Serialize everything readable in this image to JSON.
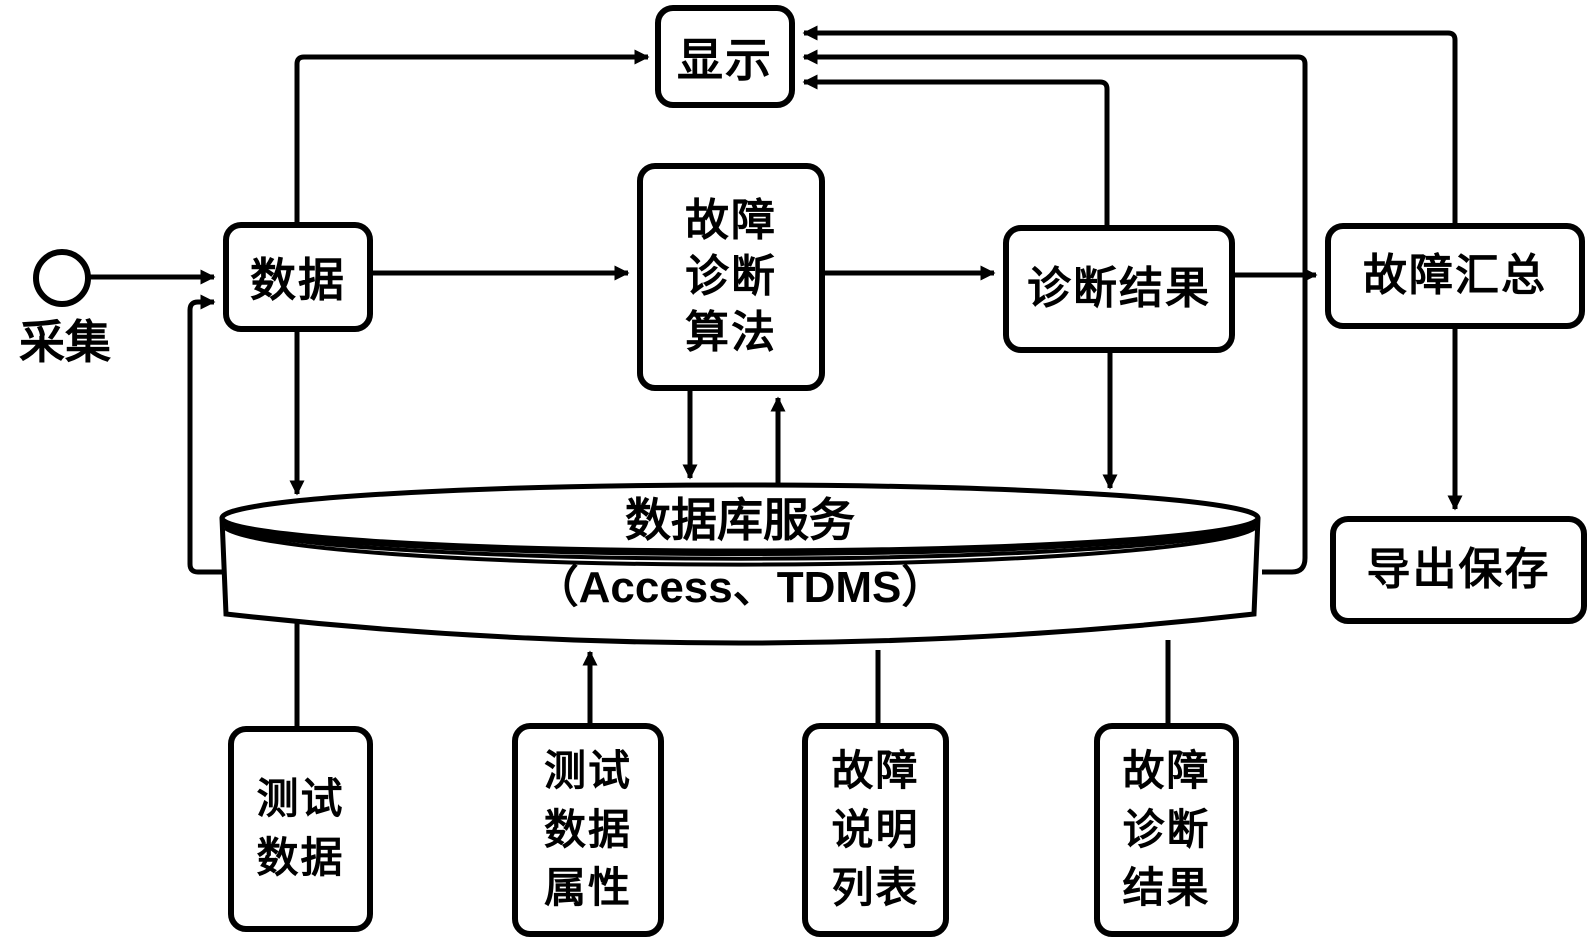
{
  "figure": {
    "background": "#ffffff",
    "ink": "#000000",
    "description_language": "zh-CN"
  },
  "nodes": {
    "source_label": "采集",
    "display": "显示",
    "data": "数据",
    "algorithm": "故障\n诊断\n算法",
    "diagnosis_result": "诊断结果",
    "fault_summary": "故障汇总",
    "export_save": "导出保存",
    "database_title": "数据库服务",
    "database_subtitle": "（Access、TDMS）",
    "test_data": "测试\n数据",
    "test_data_attributes": "测试\n数据\n属性",
    "fault_description_list": "故障\n说明\n列表",
    "fault_diagnosis_result": "故障\n诊断\n结果"
  },
  "edges": [
    {
      "from": "采集",
      "to": "数据",
      "arrow": "into-to"
    },
    {
      "from": "数据",
      "to": "显示",
      "arrow": "into-to"
    },
    {
      "from": "数据",
      "to": "故障诊断算法",
      "arrow": "into-to"
    },
    {
      "from": "故障诊断算法",
      "to": "诊断结果",
      "arrow": "into-to"
    },
    {
      "from": "诊断结果",
      "to": "故障汇总",
      "arrow": "into-to"
    },
    {
      "from": "诊断结果",
      "to": "显示",
      "arrow": "into-to"
    },
    {
      "from": "故障汇总",
      "to": "显示",
      "arrow": "into-to"
    },
    {
      "from": "数据库服务",
      "to": "显示",
      "arrow": "into-to"
    },
    {
      "from": "数据",
      "to": "数据库服务",
      "arrow": "into-to"
    },
    {
      "from": "数据库服务",
      "to": "数据",
      "arrow": "into-to"
    },
    {
      "from": "故障诊断算法",
      "to": "数据库服务",
      "arrow": "into-to"
    },
    {
      "from": "数据库服务",
      "to": "故障诊断算法",
      "arrow": "into-to"
    },
    {
      "from": "诊断结果",
      "to": "数据库服务",
      "arrow": "into-to"
    },
    {
      "from": "故障汇总",
      "to": "导出保存",
      "arrow": "into-to"
    },
    {
      "from": "数据库服务",
      "to": "测试数据",
      "arrow": "none"
    },
    {
      "from": "测试数据属性",
      "to": "数据库服务",
      "arrow": "into-to"
    },
    {
      "from": "数据库服务",
      "to": "故障说明列表",
      "arrow": "none"
    },
    {
      "from": "数据库服务",
      "to": "故障诊断结果",
      "arrow": "none"
    }
  ]
}
